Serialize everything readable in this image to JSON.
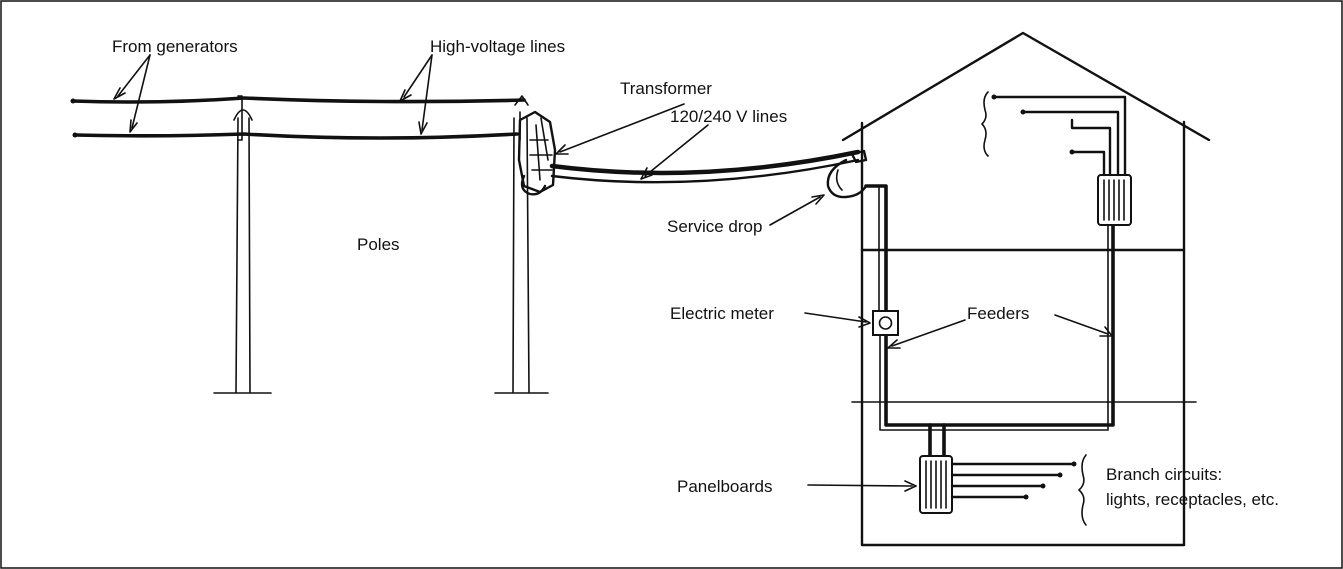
{
  "labels": {
    "from_generators": "From generators",
    "high_voltage_lines": "High-voltage lines",
    "transformer": "Transformer",
    "service_lines": "120/240 V lines",
    "poles": "Poles",
    "service_drop": "Service drop",
    "electric_meter": "Electric meter",
    "feeders": "Feeders",
    "panelboards": "Panelboards",
    "branch_circuits_line1": "Branch circuits:",
    "branch_circuits_line2": "lights, receptacles, etc."
  },
  "colors": {
    "ink": "#111111",
    "background": "#ffffff"
  }
}
